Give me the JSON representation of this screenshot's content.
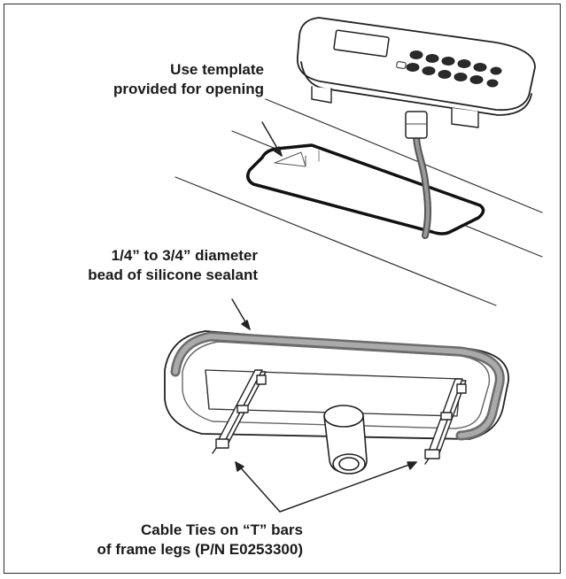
{
  "callouts": {
    "template": {
      "line1": "Use template",
      "line2": "provided for opening"
    },
    "sealant": {
      "line1": "1/4” to 3/4” diameter",
      "line2": "bead of silicone sealant"
    },
    "cable_ties": {
      "line1": "Cable Ties on “T” bars",
      "line2": "of frame legs (P/N E0253300)"
    }
  }
}
